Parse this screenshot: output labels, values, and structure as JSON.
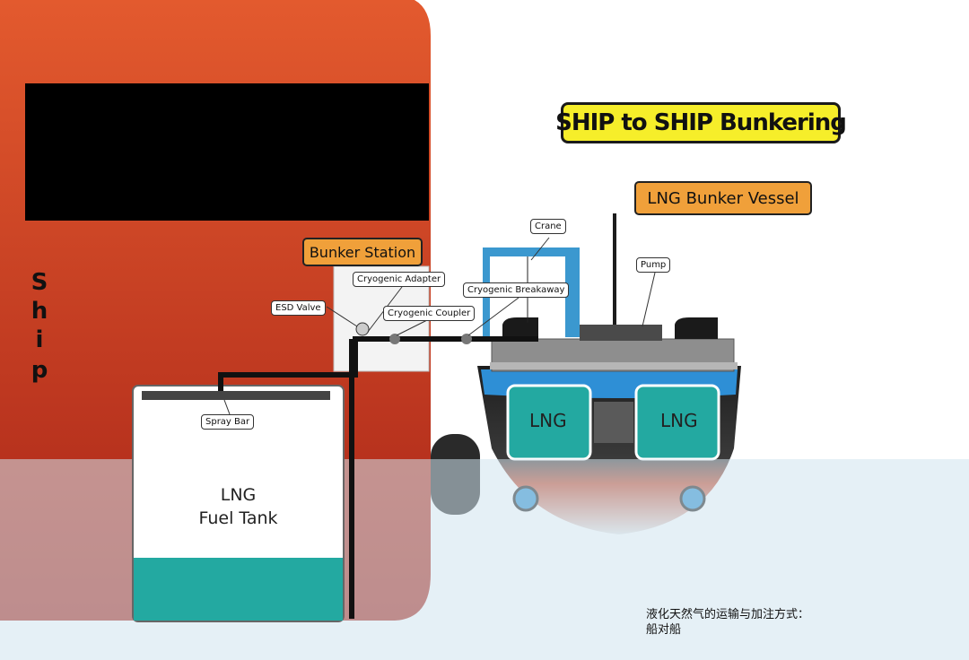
{
  "title": "SHIP to SHIP Bunkering",
  "ship_label": "Ship",
  "bunker_vessel_label": "LNG Bunker Vessel",
  "bunker_station_label": "Bunker Station",
  "callouts": {
    "crane": "Crane",
    "pump": "Pump",
    "esd_valve": "ESD Valve",
    "cryogenic_adapter": "Cryogenic Adapter",
    "cryogenic_coupler": "Cryogenic Coupler",
    "cryogenic_breakaway": "Cryogenic Breakaway",
    "spray_bar": "Spray Bar"
  },
  "fuel_tank": {
    "line1": "LNG",
    "line2": "Fuel Tank"
  },
  "vessel_tanks": {
    "left": "LNG",
    "right": "LNG"
  },
  "caption": {
    "line1": "液化天然气的运输与加注方式：",
    "line2": "船对船"
  },
  "colors": {
    "hull_top": "#e35a2e",
    "hull_bottom": "#a82418",
    "water": "#cfe3ef",
    "lng_liquid": "#23a9a1",
    "title_bg": "#f6ee2a",
    "label_bg": "#f0a03a",
    "vessel_blue": "#2e8fd6",
    "crane": "#3b98cf"
  }
}
